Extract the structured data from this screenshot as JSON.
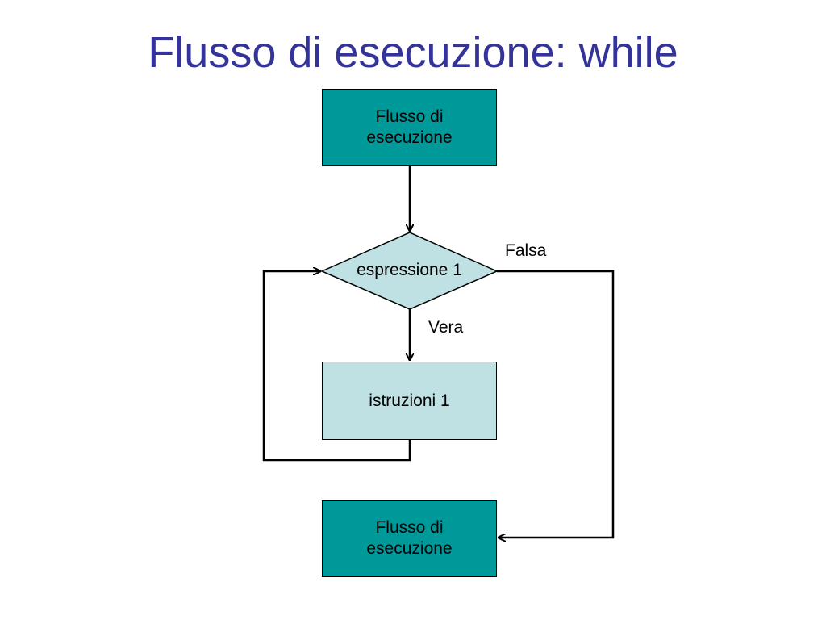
{
  "title": "Flusso di esecuzione: while",
  "nodes": {
    "start": {
      "label": "Flusso di\nesecuzione",
      "fill": "#009999"
    },
    "condition": {
      "label": "espressione 1",
      "fill": "#bfe1e4"
    },
    "body": {
      "label": "istruzioni 1",
      "fill": "#bfe1e4"
    },
    "end": {
      "label": "Flusso di\nesecuzione",
      "fill": "#009999"
    }
  },
  "edges": {
    "false_label": "Falsa",
    "true_label": "Vera"
  },
  "colors": {
    "title": "#33339a",
    "line": "#000000"
  }
}
